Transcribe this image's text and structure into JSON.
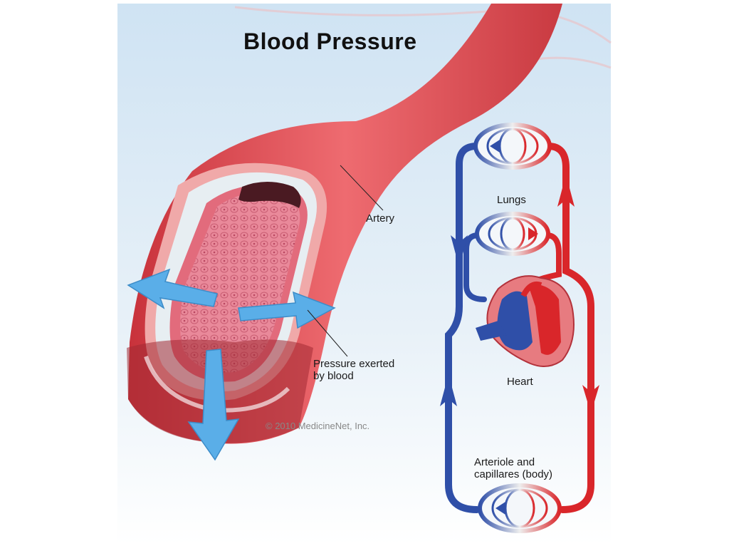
{
  "title": "Blood Pressure",
  "labels": {
    "artery": "Artery",
    "pressure_line1": "Pressure exerted",
    "pressure_line2": "by blood",
    "lungs": "Lungs",
    "heart": "Heart",
    "arteriole_line1": "Arteriole and",
    "arteriole_line2": "capillares (body)",
    "copyright": "© 2010 MedicineNet, Inc."
  },
  "colors": {
    "oxygenated": "#d9262a",
    "deoxygenated": "#2f4fa8",
    "artery_wall": "#e0525a",
    "pressure_arrow": "#5aaee8",
    "background_top": "#cfe3f3"
  }
}
